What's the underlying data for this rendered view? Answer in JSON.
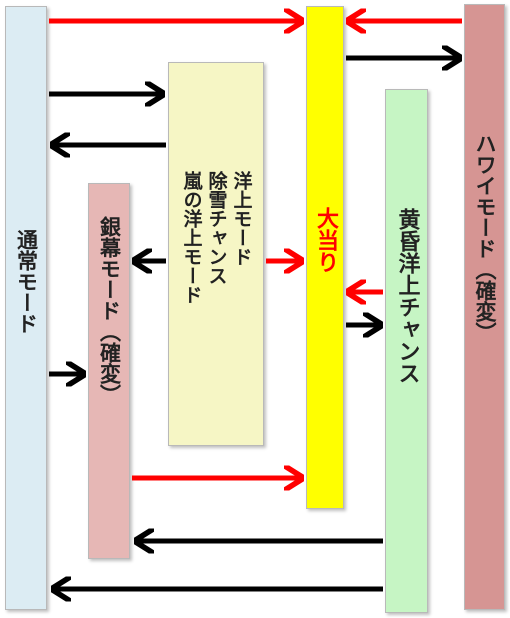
{
  "diagram": {
    "nodes": {
      "normal": {
        "label": "通常モード",
        "color": "#dcecf3"
      },
      "ginmaku": {
        "label": "銀幕モード（確変）",
        "color": "#e6b7b5"
      },
      "chance": {
        "lines": [
          "洋上モード",
          "除雪チャンス",
          "嵐の洋上モード"
        ],
        "color": "#f6f6c5"
      },
      "jackpot": {
        "label": "大当り",
        "color": "#ffff00",
        "text_color": "#ff0000"
      },
      "twilight": {
        "label": "黄昏洋上チャンス",
        "color": "#c6f5c4"
      },
      "hawaii": {
        "label": "ハワイモード（確変）",
        "color": "#d69593"
      }
    },
    "arrow_colors": {
      "red": "#ff0000",
      "black": "#000000"
    }
  }
}
